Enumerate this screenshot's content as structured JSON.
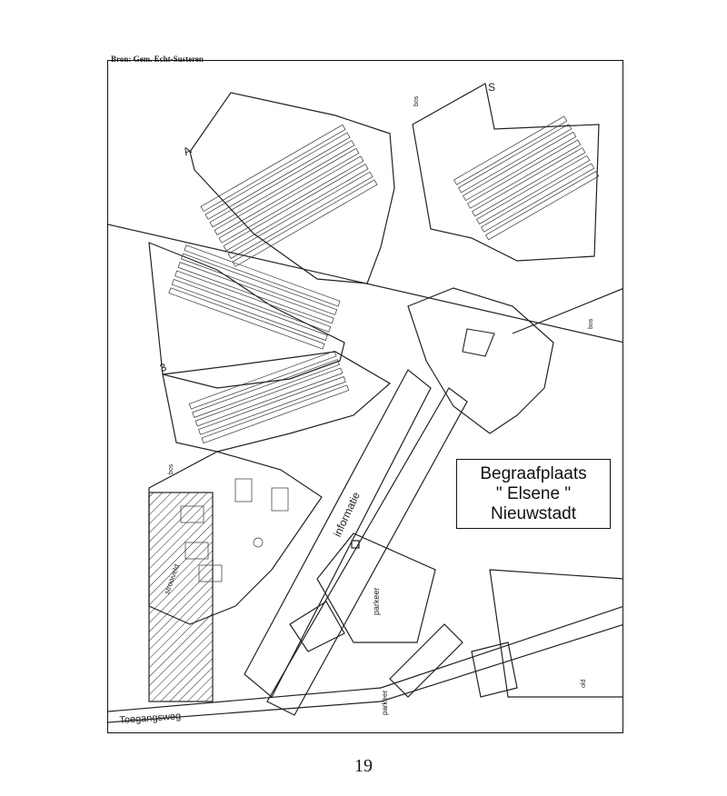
{
  "source": "Bron: Gem. Echt-Susteren",
  "title_lines": [
    "Begraafplaats",
    "\" Elsene \"",
    "Nieuwstadt"
  ],
  "labels": {
    "road": "Toegangsweg",
    "info": "informatie",
    "parking1": "parkeer",
    "parking2": "parkeer",
    "forest1": "bos",
    "forest2": "bos",
    "forest3": "bos",
    "strooiveld": "strooiveld",
    "old": "old"
  },
  "section_letters": {
    "A": "A",
    "S": "S",
    "three": "3"
  },
  "page_number": "19"
}
